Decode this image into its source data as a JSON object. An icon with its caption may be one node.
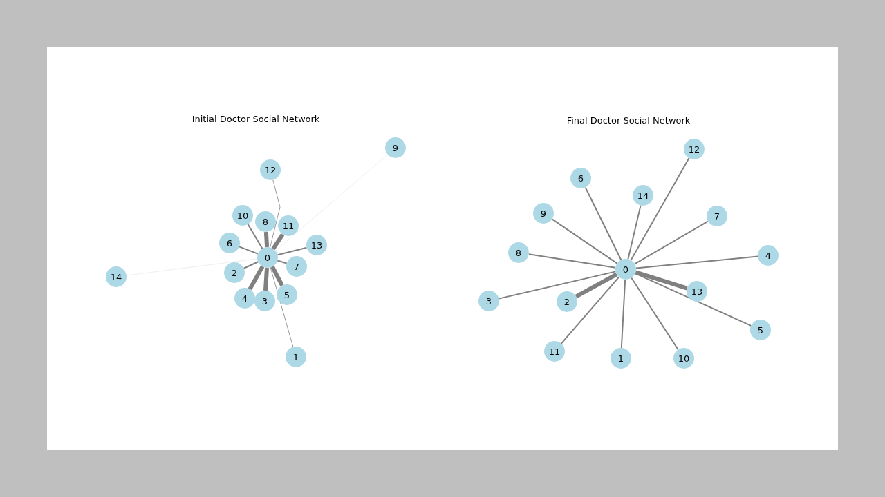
{
  "diagram": {
    "nodes": [
      {
        "text": [
          "0"
        ]
      },
      {
        "text": [
          "1"
        ]
      },
      {
        "text": [
          "2"
        ]
      },
      {
        "text": [
          "3"
        ]
      },
      {
        "text": [
          "4"
        ]
      },
      {
        "text": [
          "5"
        ]
      },
      {
        "text": [
          "6"
        ]
      },
      {
        "text": [
          "7"
        ]
      },
      {
        "text": [
          "8"
        ]
      },
      {
        "text": [
          "9"
        ]
      },
      {
        "text": [
          "10"
        ]
      },
      {
        "text": [
          "11"
        ]
      },
      {
        "text": [
          "12"
        ]
      },
      {
        "text": [
          "13"
        ]
      },
      {
        "text": [
          "14"
        ]
      },
      {
        "text": [
          "0"
        ]
      },
      {
        "text": [
          "1"
        ]
      },
      {
        "text": [
          "2"
        ]
      },
      {
        "text": [
          "3"
        ]
      },
      {
        "text": [
          "4"
        ]
      },
      {
        "text": [
          "5"
        ]
      },
      {
        "text": [
          "6"
        ]
      },
      {
        "text": [
          "7"
        ]
      },
      {
        "text": [
          "8"
        ]
      },
      {
        "text": [
          "9"
        ]
      },
      {
        "text": [
          "10"
        ]
      },
      {
        "text": [
          "11"
        ]
      },
      {
        "text": [
          "12"
        ]
      },
      {
        "text": [
          "13"
        ]
      },
      {
        "text": [
          "14"
        ]
      }
    ],
    "edges": [
      {
        "from": 0,
        "to": 1,
        "arrow": "none",
        "color": "#999999"
      },
      {
        "from": 0,
        "to": 2,
        "arrow": "none"
      },
      {
        "from": 0,
        "to": 3,
        "arrow": "none",
        "style": "thick"
      },
      {
        "from": 0,
        "to": 4,
        "arrow": "none",
        "style": "thick"
      },
      {
        "from": 0,
        "to": 5,
        "arrow": "none",
        "style": "thick"
      },
      {
        "from": 0,
        "to": 6,
        "arrow": "none"
      },
      {
        "from": 0,
        "to": 7,
        "arrow": "none"
      },
      {
        "from": 0,
        "to": 8,
        "arrow": "none",
        "style": "thick"
      },
      {
        "from": 0,
        "to": 9,
        "arrow": "none",
        "color": "#eeeeee"
      },
      {
        "from": 0,
        "to": 10,
        "arrow": "none"
      },
      {
        "from": 0,
        "to": 11,
        "arrow": "none",
        "style": "thick"
      },
      {
        "from": 0,
        "to": 12,
        "arrow": "none",
        "color": "#999999"
      },
      {
        "from": 0,
        "to": 13,
        "arrow": "none"
      },
      {
        "from": 0,
        "to": 14,
        "arrow": "none",
        "color": "#eeeeee"
      },
      {
        "from": 15,
        "to": 16,
        "arrow": "none"
      },
      {
        "from": 15,
        "to": 17,
        "arrow": "none",
        "style": "thick"
      },
      {
        "from": 15,
        "to": 18,
        "arrow": "none"
      },
      {
        "from": 15,
        "to": 19,
        "arrow": "none"
      },
      {
        "from": 15,
        "to": 20,
        "arrow": "none"
      },
      {
        "from": 15,
        "to": 21,
        "arrow": "none"
      },
      {
        "from": 15,
        "to": 22,
        "arrow": "none"
      },
      {
        "from": 15,
        "to": 23,
        "arrow": "none"
      },
      {
        "from": 15,
        "to": 24,
        "arrow": "none"
      },
      {
        "from": 15,
        "to": 25,
        "arrow": "none"
      },
      {
        "from": 15,
        "to": 26,
        "arrow": "none"
      },
      {
        "from": 15,
        "to": 27,
        "arrow": "none"
      },
      {
        "from": 15,
        "to": 28,
        "arrow": "none",
        "style": "thick"
      },
      {
        "from": 15,
        "to": 29,
        "arrow": "none"
      }
    ],
    "labels": [
      "Initial Doctor Social Network",
      "Final Doctor Social Network"
    ]
  }
}
